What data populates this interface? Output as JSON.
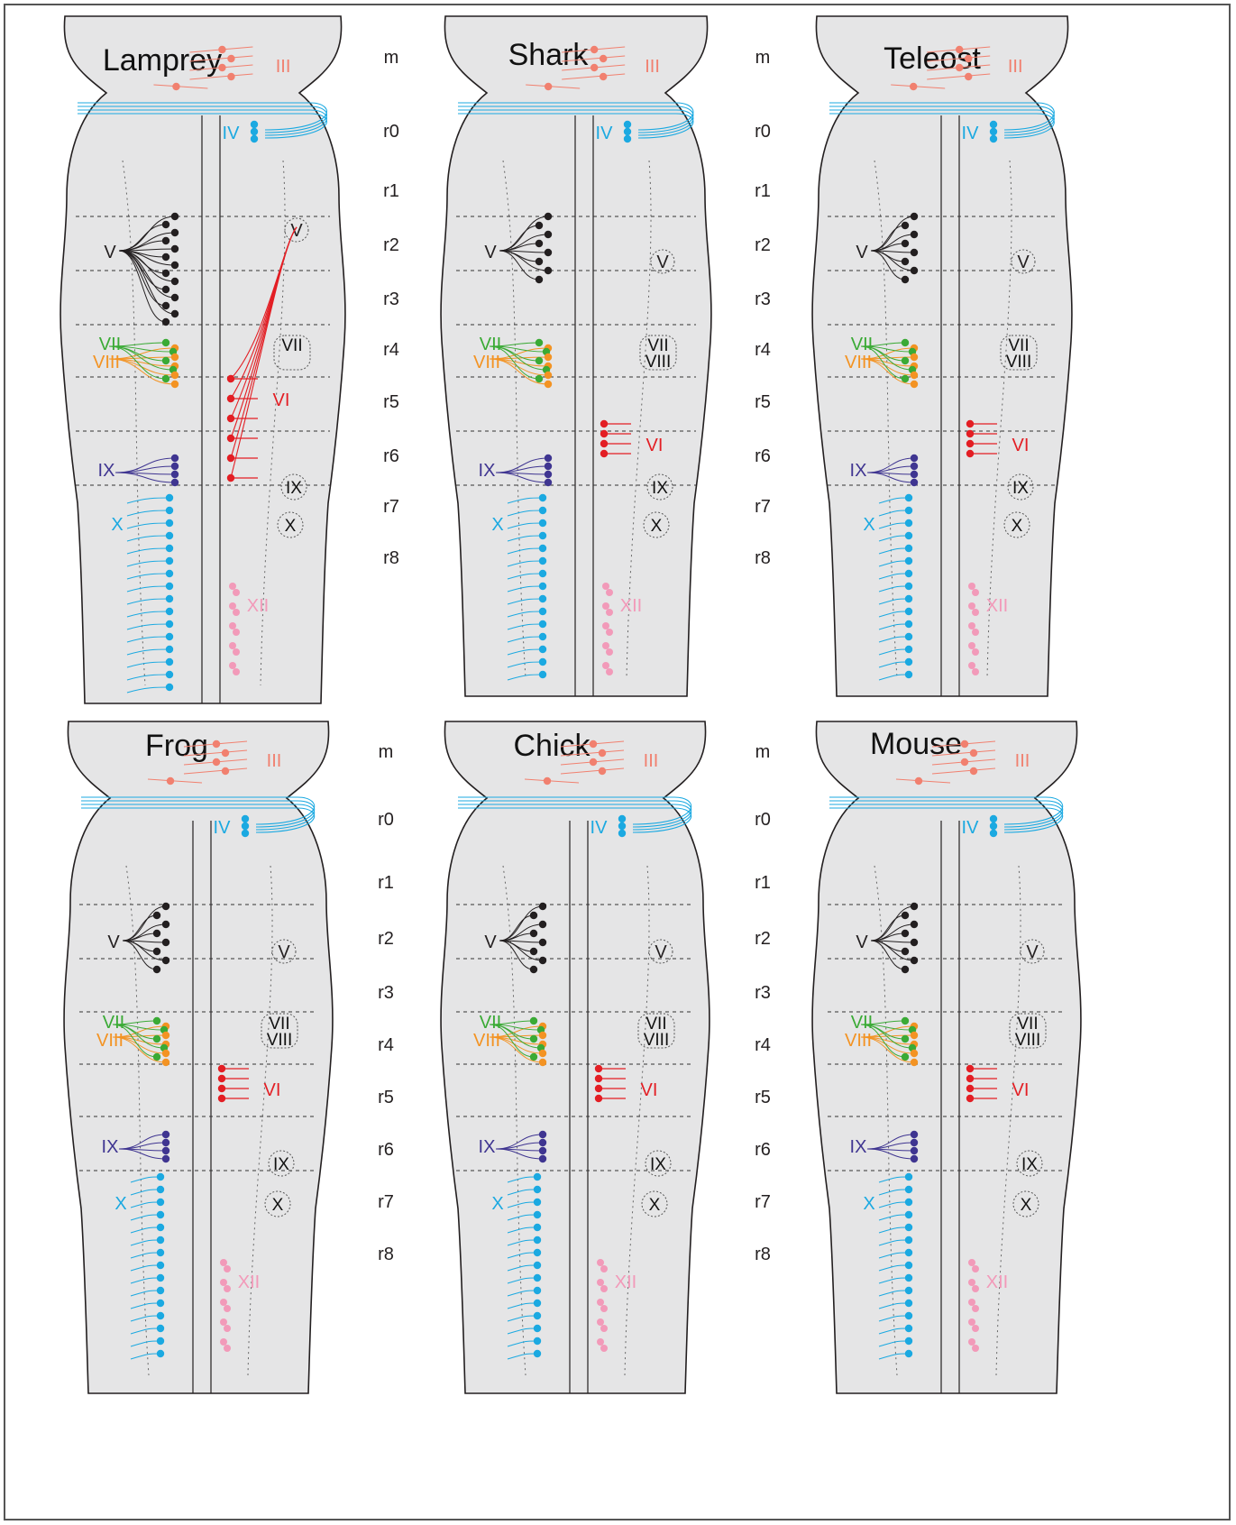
{
  "colors": {
    "body": "#e5e5e6",
    "outline": "#231f20",
    "III": "#f1806f",
    "IV": "#1ba9e1",
    "V": "#231f20",
    "VI": "#e31e24",
    "VII": "#3aaa35",
    "VIII": "#f39323",
    "IX": "#3f3591",
    "X": "#1ba9e1",
    "XII": "#f29ab9",
    "mouse_extra": "#9d9d9c",
    "frog_extra": "#e5137c"
  },
  "rhombomere_labels": [
    "m",
    "r0",
    "r1",
    "r2",
    "r3",
    "r4",
    "r5",
    "r6",
    "r7",
    "r8"
  ],
  "panels": [
    {
      "id": "lamprey",
      "title": "Lamprey"
    },
    {
      "id": "shark",
      "title": "Shark"
    },
    {
      "id": "teleost",
      "title": "Teleost"
    },
    {
      "id": "frog",
      "title": "Frog"
    },
    {
      "id": "chick",
      "title": "Chick"
    },
    {
      "id": "mouse",
      "title": "Mouse"
    }
  ],
  "nucleus_labels": {
    "III": "III",
    "IV": "IV",
    "V": "V",
    "VI": "VI",
    "VII": "VII",
    "VIII": "VIII",
    "IX": "IX",
    "X": "X",
    "XII": "XII"
  },
  "nucleus_outlines": {
    "lamprey": [
      "V",
      "VII",
      "IX",
      "X"
    ],
    "shark": [
      "V",
      "VII VIII",
      "IX",
      "X"
    ],
    "teleost": [
      "V",
      "VII VIII",
      "IX",
      "X"
    ],
    "frog": [
      "V",
      "VII VIII",
      "IX",
      "X"
    ],
    "chick": [
      "V",
      "VII VIII",
      "IX",
      "X"
    ],
    "mouse": [
      "V",
      "VII VIII",
      "IX",
      "X"
    ]
  }
}
